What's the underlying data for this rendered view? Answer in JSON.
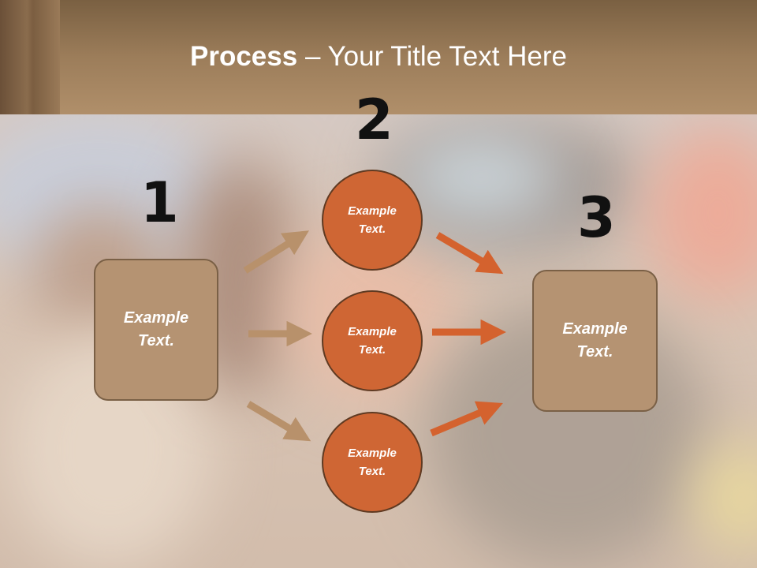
{
  "title": {
    "bold": "Process",
    "rest": " – Your Title Text Here"
  },
  "steps": [
    {
      "number": "1",
      "line1": "Example",
      "line2": "Text."
    },
    {
      "number": "2"
    },
    {
      "number": "3",
      "line1": "Example",
      "line2": "Text."
    }
  ],
  "circles": [
    {
      "line1": "Example",
      "line2": "Text."
    },
    {
      "line1": "Example",
      "line2": "Text."
    },
    {
      "line1": "Example",
      "line2": "Text."
    }
  ],
  "colors": {
    "header": "#9c7d5a",
    "box": "#b59372",
    "circle": "#cf6634",
    "arrow_tan": "#b8916b",
    "arrow_orange": "#d4622e"
  }
}
